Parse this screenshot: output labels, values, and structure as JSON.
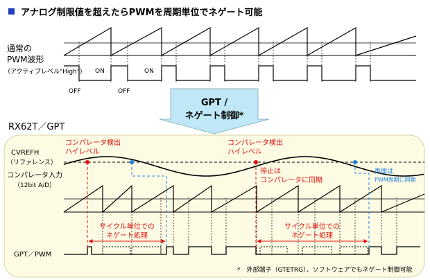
{
  "title": "アナログ制限値を超えたらPWMを周期単位でネゲート可能",
  "colors": {
    "title_bullet": "#1f3fbf",
    "panel_fill": "#fdfbe3",
    "red": "#e01010",
    "blue": "#1e7fe0",
    "arrow_fill": "#bfe7f5"
  },
  "top_section": {
    "label_line1": "通常の",
    "label_line2": "PWM波形",
    "label_line3": "（アクティブレベル\"High\"）",
    "on_label": "ON",
    "off_label": "OFF"
  },
  "arrow": {
    "line1": "GPT /",
    "line2": "ネゲート制御*"
  },
  "bottom_section": {
    "device_label": "RX62T／GPT",
    "cvrefh_line1": "CVREFH",
    "cvrefh_line2": "（リファレンス）",
    "comp_input_line1": "コンパレータ入力",
    "comp_input_line2": "（12bit A/D）",
    "detect_line1": "コンパレータ検出",
    "detect_line2": "ハイレベル",
    "stop_line1": "停止は",
    "stop_line2": "コンパレータに同期",
    "resume_line1": "再開は",
    "resume_line2": "PWM周期に同期",
    "cycle_line1": "サイクル単位での",
    "cycle_line2": "ネゲート処理",
    "gpt_pwm_label": "GPT／PWM",
    "footnote": "*　外部端子（GTETRG）、ソフトウェアでもネゲート制御可能"
  }
}
